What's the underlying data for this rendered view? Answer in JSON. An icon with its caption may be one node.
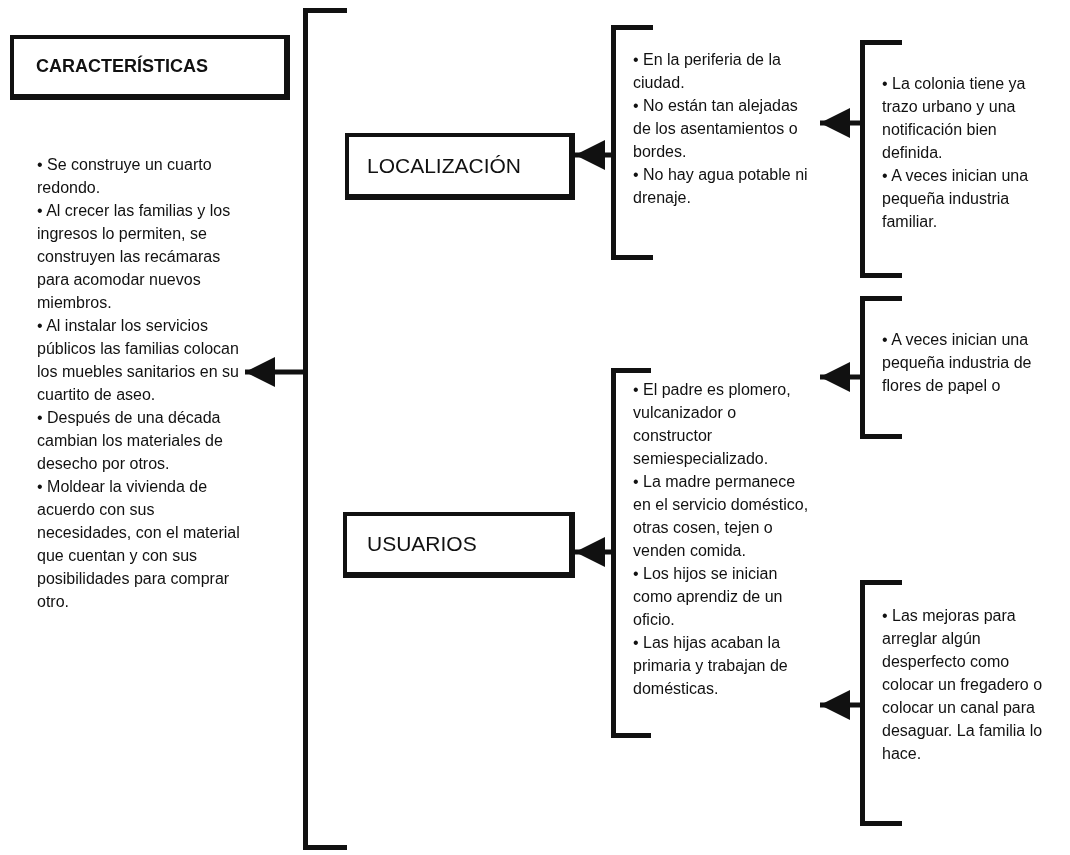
{
  "diagram": {
    "nodes": [
      {
        "text": [
          "CARACTERÍSTICAS"
        ]
      },
      {
        "text": [
          "• Se construye un cuarto redondo.",
          "• Al crecer las familias y los ingresos lo permiten, se construyen las recámaras para acomodar nuevos miembros.",
          "• Al instalar los servicios públicos las familias colocan los muebles sanitarios en su cuartito de aseo.",
          "• Después de una década cambian los materiales de desecho por otros.",
          "• Moldear la vivienda de acuerdo con sus necesidades, con el material que cuentan y con sus posibilidades para comprar otro."
        ]
      },
      {
        "text": [],
        "shape": "bracket"
      },
      {
        "text": [
          "LOCALIZACIÓN"
        ],
        "in": 2
      },
      {
        "text": [
          "USUARIOS"
        ],
        "in": 2
      },
      {
        "text": [
          "• En la periferia de la ciudad.",
          "• No están tan alejadas de los asentamientos o bordes.",
          "• No hay agua potable ni drenaje."
        ]
      },
      {
        "text": [
          "• La colonia tiene ya trazo urbano y una notificación bien definida.",
          "• A veces inician una pequeña industria familiar."
        ]
      },
      {
        "text": [
          "• A veces inician una pequeña industria de flores de papel o"
        ]
      },
      {
        "text": [
          "• El padre es plomero, vulcanizador o constructor semiespecializado.",
          "• La madre permanece en el servicio doméstico, otras cosen, tejen o venden comida.",
          "• Los hijos se inician como aprendiz de un oficio.",
          "• Las hijas acaban la primaria y trabajan de domésticas."
        ]
      },
      {
        "text": [
          "• Las mejoras para arreglar algún desperfecto como colocar un fregadero o colocar un canal para desaguar. La familia lo hace."
        ]
      }
    ],
    "edges": [
      {
        "from": 2,
        "to": 1,
        "arrow": "to"
      },
      {
        "from": 5,
        "to": 3,
        "arrow": "to"
      },
      {
        "from": 6,
        "to": 5,
        "arrow": "to"
      },
      {
        "from": 8,
        "to": 4,
        "arrow": "to"
      },
      {
        "from": 7,
        "to": 8,
        "arrow": "to"
      },
      {
        "from": 9,
        "to": 8,
        "arrow": "to"
      }
    ]
  }
}
